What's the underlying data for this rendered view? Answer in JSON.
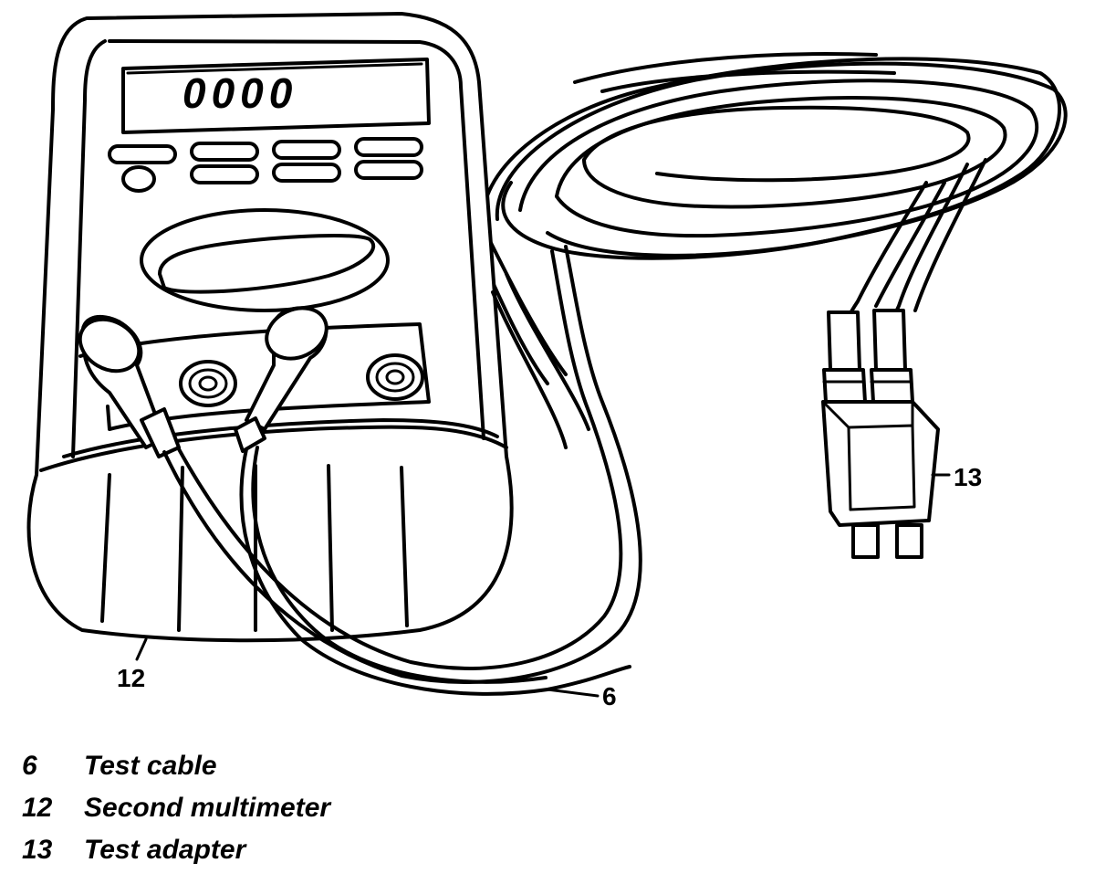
{
  "display": {
    "reading": "0000"
  },
  "callouts": {
    "test_cable": "6",
    "second_multimeter": "12",
    "test_adapter": "13"
  },
  "legend": [
    {
      "number": "6",
      "label": "Test cable"
    },
    {
      "number": "12",
      "label": "Second multimeter"
    },
    {
      "number": "13",
      "label": "Test adapter"
    }
  ]
}
